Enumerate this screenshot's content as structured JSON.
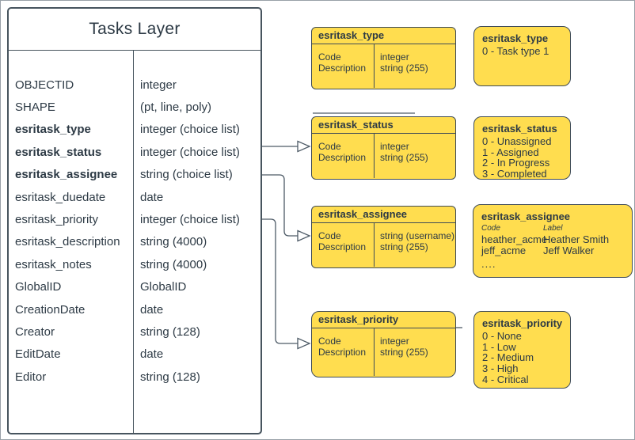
{
  "colors": {
    "box_fill": "#ffdd4f",
    "stroke": "#47545e",
    "text": "#2d3a45",
    "connector": "#4d5a66"
  },
  "main_table": {
    "title": "Tasks Layer",
    "rows": [
      {
        "name": "OBJECTID",
        "type": "integer",
        "bold": false
      },
      {
        "name": "SHAPE",
        "type": "(pt, line, poly)",
        "bold": false
      },
      {
        "name": "esritask_type",
        "type": "integer (choice list)",
        "bold": true
      },
      {
        "name": "esritask_status",
        "type": "integer (choice list)",
        "bold": true
      },
      {
        "name": "esritask_assignee",
        "type": "string (choice list)",
        "bold": true
      },
      {
        "name": "esritask_duedate",
        "type": "date",
        "bold": false
      },
      {
        "name": "esritask_priority",
        "type": "integer (choice list)",
        "bold": false
      },
      {
        "name": "esritask_description",
        "type": "string (4000)",
        "bold": false
      },
      {
        "name": "esritask_notes",
        "type": "string (4000)",
        "bold": false
      },
      {
        "name": "GlobalID",
        "type": "GlobalID",
        "bold": false
      },
      {
        "name": "CreationDate",
        "type": "date",
        "bold": false
      },
      {
        "name": "Creator",
        "type": "string (128)",
        "bold": false
      },
      {
        "name": "EditDate",
        "type": "date",
        "bold": false
      },
      {
        "name": "Editor",
        "type": "string (128)",
        "bold": false
      }
    ]
  },
  "domain_tables": [
    {
      "title": "esritask_type",
      "fields": [
        {
          "name": "Code",
          "type": "integer"
        },
        {
          "name": "Description",
          "type": "string (255)"
        }
      ]
    },
    {
      "title": "esritask_status",
      "fields": [
        {
          "name": "Code",
          "type": "integer"
        },
        {
          "name": "Description",
          "type": "string (255)"
        }
      ]
    },
    {
      "title": "esritask_assignee",
      "fields": [
        {
          "name": "Code",
          "type": "string (username)"
        },
        {
          "name": "Description",
          "type": "string (255)"
        }
      ]
    },
    {
      "title": "esritask_priority",
      "fields": [
        {
          "name": "Code",
          "type": "integer"
        },
        {
          "name": "Description",
          "type": "string (255)"
        }
      ]
    }
  ],
  "value_lists": [
    {
      "title": "esritask_type",
      "items": [
        "0 - Task type 1"
      ]
    },
    {
      "title": "esritask_status",
      "items": [
        "0 - Unassigned",
        "1 - Assigned",
        "2 - In Progress",
        "3 - Completed"
      ]
    },
    {
      "title": "esritask_assignee",
      "columns": [
        "Code",
        "Label"
      ],
      "pairs": [
        [
          "heather_acme",
          "Heather Smith"
        ],
        [
          "jeff_acme",
          "Jeff Walker"
        ]
      ],
      "ellipsis": "...."
    },
    {
      "title": "esritask_priority",
      "items": [
        "0 - None",
        "1 - Low",
        "2 - Medium",
        "3 - High",
        "4 - Critical"
      ]
    }
  ]
}
